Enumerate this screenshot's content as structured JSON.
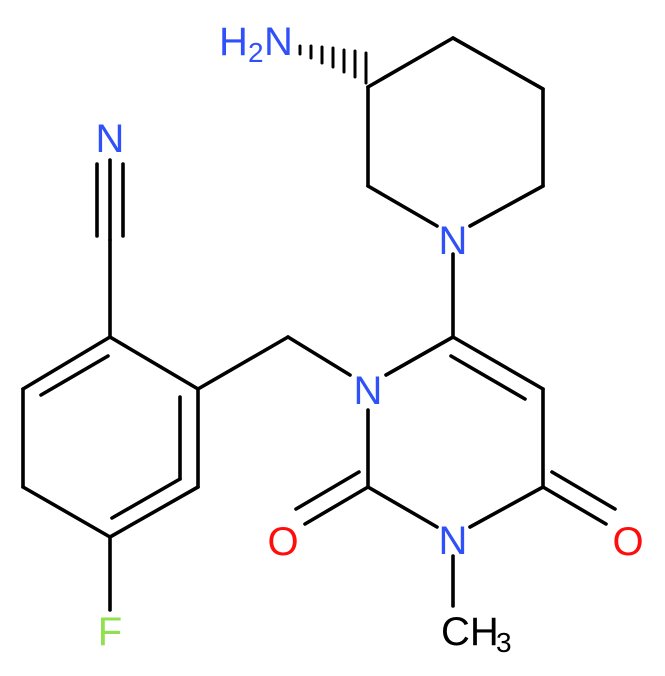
{
  "atoms": {
    "amine": {
      "text": "H",
      "sub": "2",
      "tail": "N",
      "color": "#3050F8"
    },
    "nitrile_n": {
      "text": "N",
      "color": "#3050F8"
    },
    "pip_n": {
      "text": "N",
      "color": "#3050F8"
    },
    "ring_n1": {
      "text": "N",
      "color": "#3050F8"
    },
    "ring_n3": {
      "text": "N",
      "color": "#3050F8"
    },
    "o_left": {
      "text": "O",
      "color": "#FF0D0D"
    },
    "o_right": {
      "text": "O",
      "color": "#FF0D0D"
    },
    "fluorine": {
      "text": "F",
      "color": "#90E050"
    },
    "methyl": {
      "text": "CH",
      "sub": "3",
      "color": "#000000"
    }
  }
}
